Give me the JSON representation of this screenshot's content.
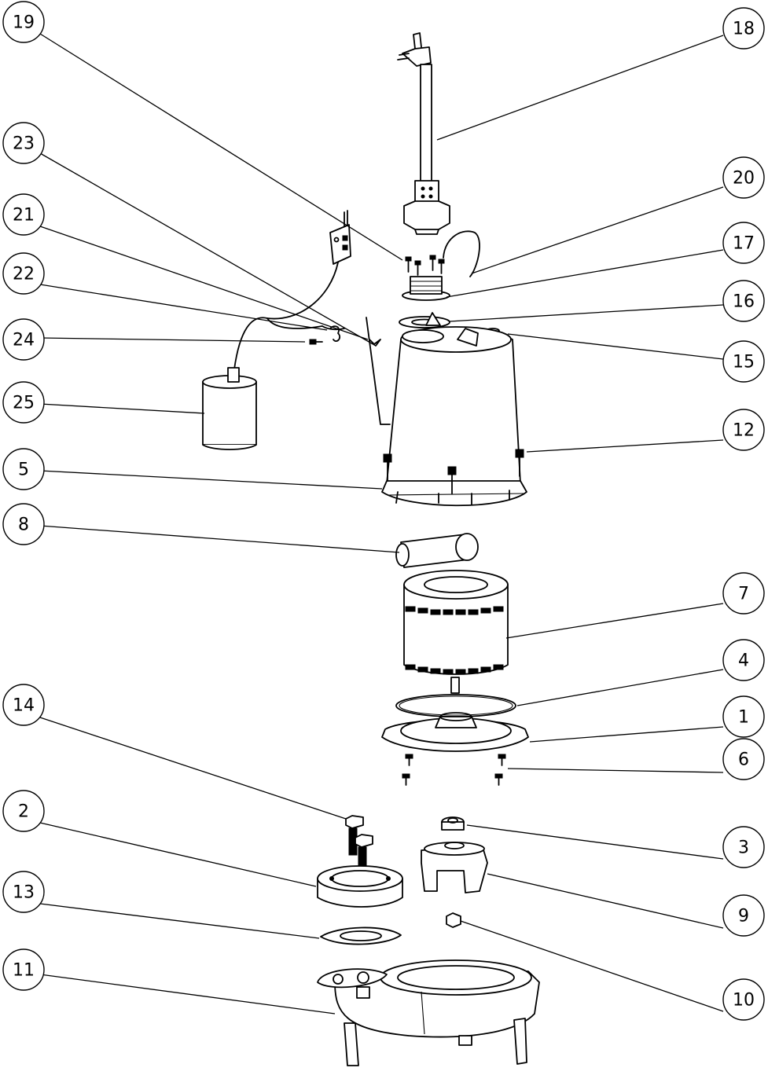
{
  "diagram": {
    "type": "exploded-parts-view",
    "callouts": [
      "19",
      "18",
      "23",
      "20",
      "21",
      "17",
      "22",
      "16",
      "24",
      "15",
      "25",
      "12",
      "5",
      "8",
      "7",
      "4",
      "14",
      "1",
      "6",
      "2",
      "3",
      "9",
      "13",
      "10",
      "11"
    ]
  }
}
